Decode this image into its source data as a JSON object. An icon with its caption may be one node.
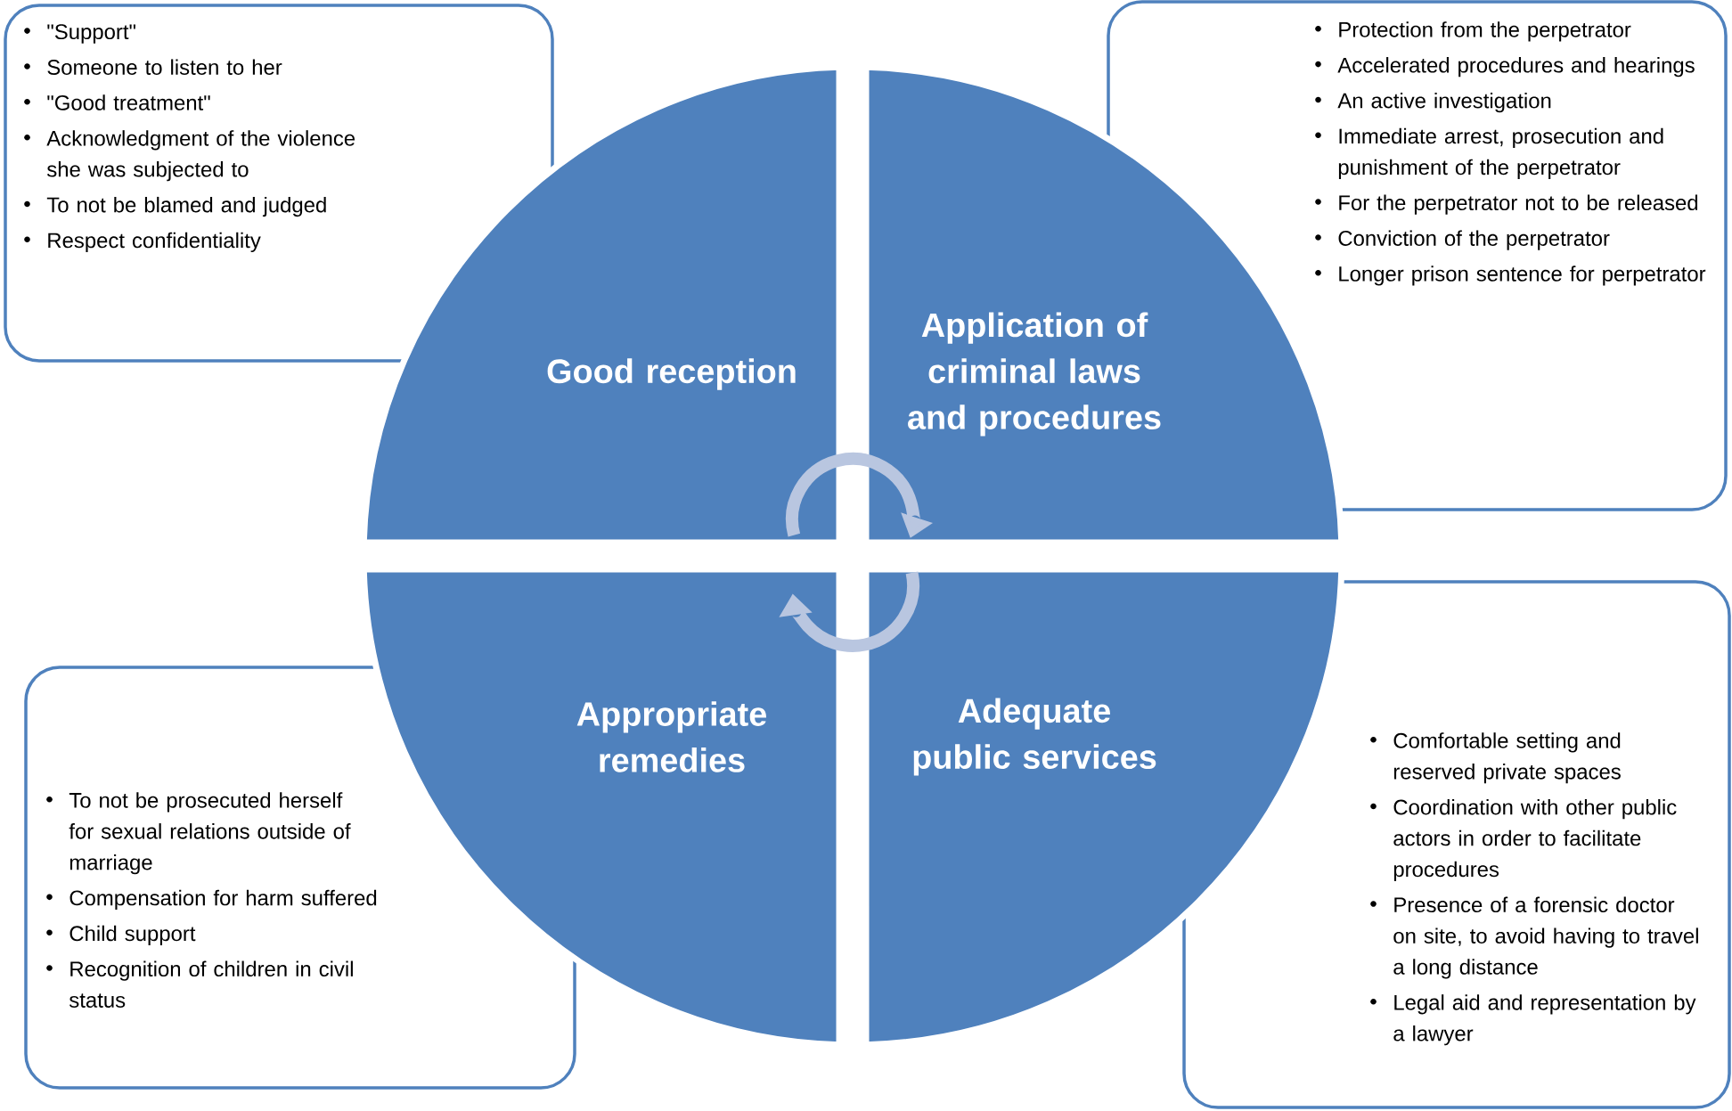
{
  "diagram": {
    "nodes": [
      {
        "text": [
          "Good reception"
        ]
      },
      {
        "text": [
          "Application of criminal laws and procedures"
        ]
      },
      {
        "text": [
          "Appropriate remedies"
        ]
      },
      {
        "text": [
          "Adequate public services"
        ]
      },
      {
        "text": [
          "\"Support\"",
          "Someone to listen to her",
          "\"Good treatment\"",
          "Acknowledgment of the violence she was subjected to",
          "To not be blamed and judged",
          "Respect confidentiality"
        ]
      },
      {
        "text": [
          "Protection from the perpetrator",
          "Accelerated procedures and hearings",
          "An active investigation",
          "Immediate arrest, prosecution and punishment of the perpetrator",
          "For the perpetrator not to be released",
          "Conviction of the perpetrator",
          "Longer prison sentence for perpetrator"
        ]
      },
      {
        "text": [
          "To not be prosecuted herself for sexual relations outside of marriage",
          "Compensation for harm suffered",
          "Child support",
          "Recognition of children in civil status"
        ]
      },
      {
        "text": [
          "Comfortable setting and reserved private spaces",
          "Coordination with other public actors in order to facilitate procedures",
          "Presence of a forensic doctor on site, to avoid having to travel a long distance",
          "Legal aid and representation by a lawyer"
        ]
      }
    ],
    "edges": [
      {
        "from": 0,
        "to": 1,
        "arrow": "to"
      },
      {
        "from": 3,
        "to": 2,
        "arrow": "to"
      }
    ]
  }
}
